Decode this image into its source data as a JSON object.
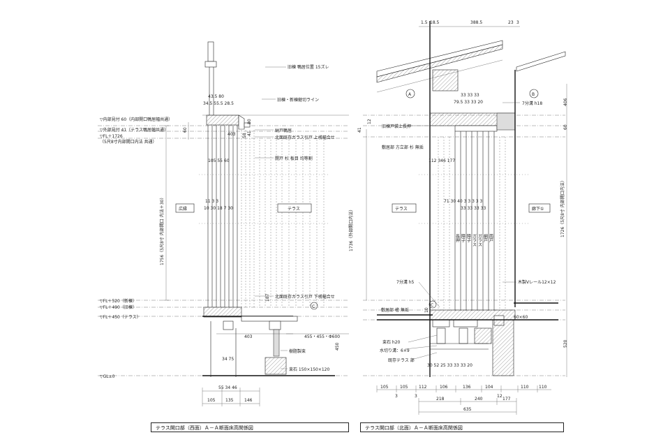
{
  "titles": {
    "west": "テラス開口部（西面）Ａ－Ａ断面床高関係図",
    "north": "テラス開口部（北面）Ａ－Ａ断面床高関係図"
  },
  "rooms": {
    "hiroen": "広縁",
    "terrace_left": "テラス",
    "terrace_right": "テラス",
    "rouka": "廊下①"
  },
  "levels": {
    "naibu60": "▽内部見付 60（内部開口鴨居幅共通）",
    "gaibu41": "▽外部見付 41（テラス鴨居幅共通）",
    "fl1726": "▽FL＋1726",
    "note5shaku": "（5尺8寸内部開口内法 共通）",
    "fl520": "▽FL＋520（新棟）",
    "fl490": "▽FL＋490（旧棟）",
    "fl450": "▽FL＋450（テラス）",
    "gl0": "▽GL±0"
  },
  "notes": {
    "kamoi_15": "旧棟 鴨居位置 15ズレ",
    "kyuto_shinto": "旧棟・新棟継切ライン",
    "nando_kamoi": "納戸鴨居",
    "kita_glass_top": "北面既存ガラス引戸 上桟幅合せ",
    "mado_sugi": "開戸 杉 板目 均等割",
    "kita_glass_bottom": "北面既存ガラス引戸 下桟幅合せ",
    "jushi_tsuka": "樹脂製束",
    "tsukaishi": "束石 150×150×120",
    "kyuto_kamoi": "旧棟戸袋上長押",
    "shikii_sugi": "敷居部 方立部 杉 無垢",
    "mizo7_h18": "7分溝 h18",
    "mizo7_h5": "7分溝 h5",
    "v_rail": "木製Vレール12×12",
    "shikii_hinoki": "敷居部 檜 無垢",
    "tsukaishi_h20": "束石 h20",
    "mizukiri": "水切り溝：6×9",
    "kison_terrace": "既存テラス 部"
  },
  "left_dims": {
    "top_row1": "43.5  80",
    "top_row2": "34.5  55.5     28.5",
    "mid_row": "105   55   60",
    "low_row1": "11   3   3",
    "low_row2": "10 30 18 7   30",
    "v_80": "80",
    "v_41": "41",
    "v_58": "58",
    "v_60": "60",
    "v_1756": "1756（5尺8寸 内部開口 内法＋30）",
    "v_1736": "1736（外部開口内法）",
    "v_187": "187",
    "v_450": "450",
    "h_403": "403",
    "h_455": "455・455・Φ600",
    "h_34_75": "34   75",
    "b1": "55 34 46",
    "b2": "105",
    "b3": "135",
    "b4": "146"
  },
  "right_dims": {
    "top_15": "1.5",
    "top_18": "18.5",
    "top_388": "388.5",
    "top_23": "23",
    "top_3": "3",
    "r1": "79.5   33   33   20",
    "r2": "33   33   33",
    "r3": "112       346       177",
    "r4": "71  30 40   3   3   3   3   3",
    "r5": "33  33  33  33",
    "v_406": "406",
    "v_60": "60",
    "v_12": "12",
    "v_41": "41",
    "v_1726": "1726（5尺8寸 内部開口内法）",
    "v_520": "520",
    "v_60b": "60",
    "v_10": "10",
    "lbl_6060": "60×60",
    "bot_row1": "30   52      25   33   33   33   20",
    "bot_a": [
      "105",
      "105",
      "112",
      "106",
      "136",
      "104",
      "110",
      "110"
    ],
    "bot_b": [
      "3",
      "3",
      "218",
      "240",
      "12",
      "177"
    ],
    "bot_total": "635"
  },
  "column_labels": [
    "長押",
    "障子",
    "障子",
    "ガラス",
    "ガラス",
    "網戸",
    "雨戸"
  ],
  "markers": {
    "a": "A",
    "b": "B",
    "c": "C"
  }
}
